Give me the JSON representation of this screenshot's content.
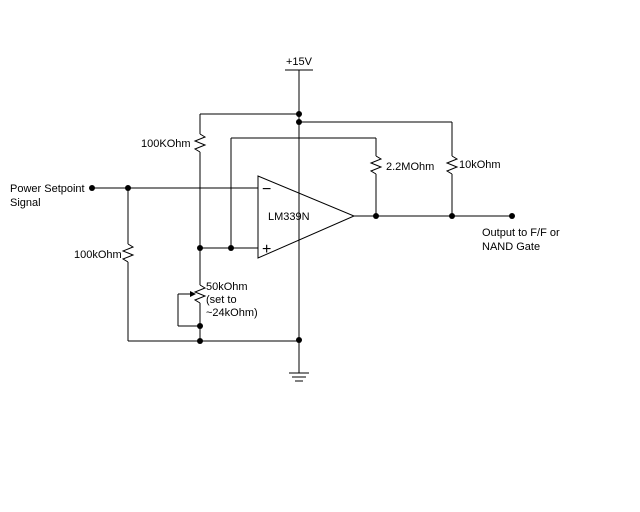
{
  "labels": {
    "supply": "+15V",
    "input_line1": "Power Setpoint",
    "input_line2": "Signal",
    "r_top_left": "100KOhm",
    "r_bottom_left": "100kOhm",
    "r_feedback": "2.2MOhm",
    "r_pullup": "10kOhm",
    "opamp": "LM339N",
    "minus": "−",
    "plus": "+",
    "pot_line1": "50kOhm",
    "pot_line2": "(set to",
    "pot_line3": "~24kOhm)",
    "output_line1": "Output to F/F or",
    "output_line2": "NAND Gate"
  }
}
